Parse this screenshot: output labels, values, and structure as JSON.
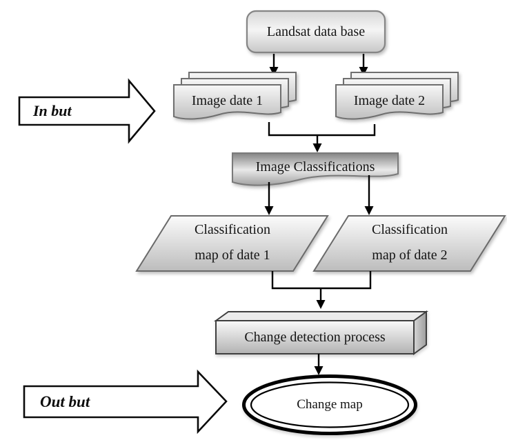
{
  "diagram": {
    "type": "flowchart",
    "nodes": {
      "landsat_database": {
        "label": "Landsat data base",
        "shape": "rounded-rectangle"
      },
      "image_date_1": {
        "label": "Image date 1",
        "shape": "multi-document"
      },
      "image_date_2": {
        "label": "Image date 2",
        "shape": "multi-document"
      },
      "image_classifications": {
        "label": "Image Classifications",
        "shape": "document"
      },
      "classification_map_1": {
        "label_line1": "Classification",
        "label_line2": "map of date 1",
        "shape": "parallelogram"
      },
      "classification_map_2": {
        "label_line1": "Classification",
        "label_line2": "map of date 2",
        "shape": "parallelogram"
      },
      "change_detection": {
        "label": "Change detection process",
        "shape": "3d-box"
      },
      "change_map": {
        "label": "Change map",
        "shape": "double-ellipse"
      }
    },
    "annotations": {
      "input_arrow": {
        "label": "In but"
      },
      "output_arrow": {
        "label": "Out but"
      }
    },
    "edges": [
      {
        "from": "landsat_database",
        "to": "image_date_1"
      },
      {
        "from": "landsat_database",
        "to": "image_date_2"
      },
      {
        "from": "image_date_1",
        "to": "image_classifications"
      },
      {
        "from": "image_date_2",
        "to": "image_classifications"
      },
      {
        "from": "image_classifications",
        "to": "classification_map_1"
      },
      {
        "from": "image_classifications",
        "to": "classification_map_2"
      },
      {
        "from": "classification_map_1",
        "to": "change_detection"
      },
      {
        "from": "classification_map_2",
        "to": "change_detection"
      },
      {
        "from": "change_detection",
        "to": "change_map"
      }
    ],
    "colors": {
      "background": "#ffffff",
      "shape_fill_light": "#f6f6f6",
      "shape_fill_dark": "#bdbdbd",
      "classification_fill_dark": "#878787",
      "shape_border": "#6f6f6f",
      "connector": "#000000",
      "block_arrow_fill": "#ffffff"
    }
  }
}
